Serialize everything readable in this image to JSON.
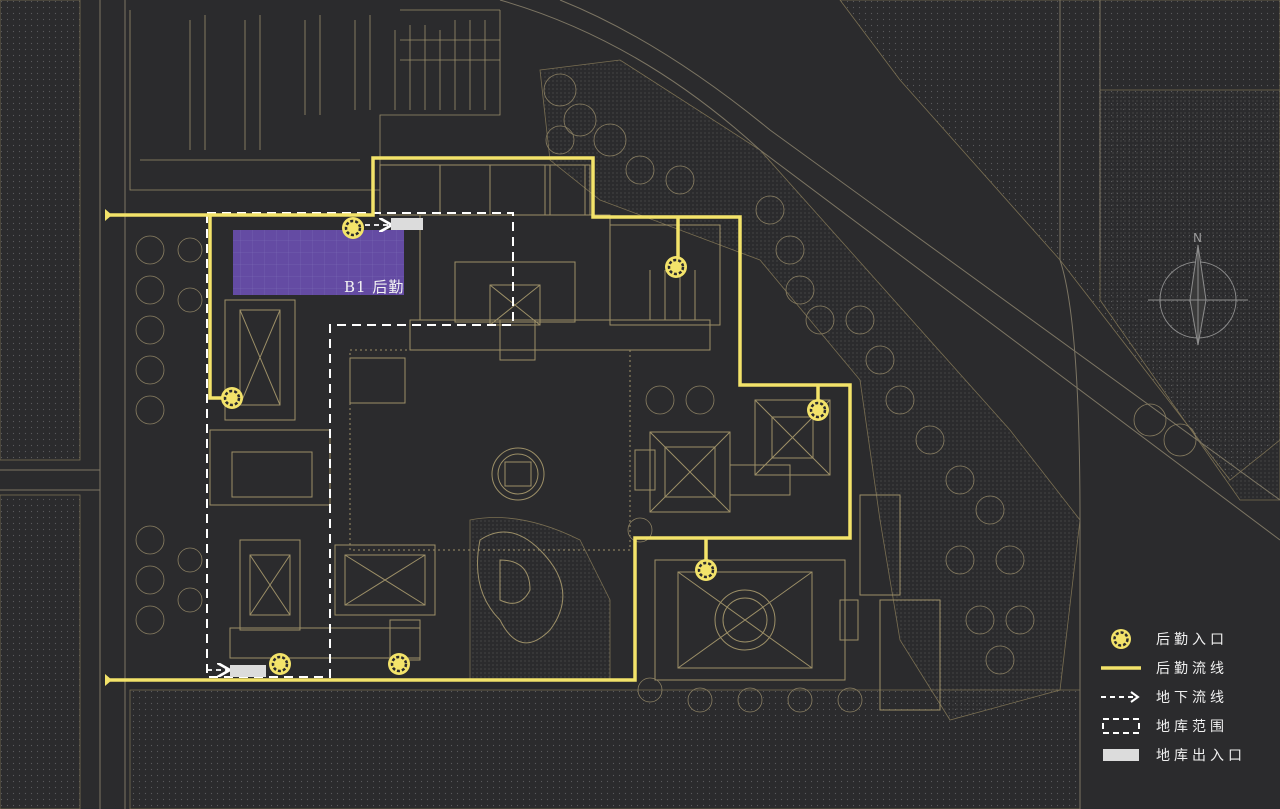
{
  "map": {
    "zone_label": "B1 后勤",
    "colors": {
      "background": "#2b2b2d",
      "linework": "#8c7f5e",
      "logistics_route": "#f3e36a",
      "underground_route": "#ffffff",
      "b1_zone": "#6a4fb0",
      "garage_entrance": "#dcdcdc"
    }
  },
  "legend": {
    "items": [
      {
        "label": "后勤入口",
        "symbol": "entrance-marker"
      },
      {
        "label": "后勤流线",
        "symbol": "yellow-line"
      },
      {
        "label": "地下流线",
        "symbol": "dashed-arrow"
      },
      {
        "label": "地库范围",
        "symbol": "dashed-box"
      },
      {
        "label": "地库出入口",
        "symbol": "grey-block"
      }
    ]
  },
  "compass": {
    "north_label": "N"
  }
}
